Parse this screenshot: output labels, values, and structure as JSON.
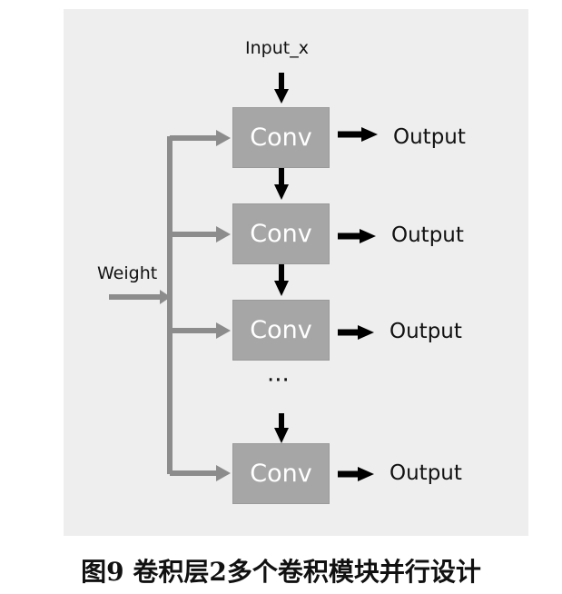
{
  "diagram": {
    "input_label": "Input_x",
    "weight_label": "Weight",
    "blocks": [
      {
        "label": "Conv",
        "output": "Output"
      },
      {
        "label": "Conv",
        "output": "Output"
      },
      {
        "label": "Conv",
        "output": "Output"
      },
      {
        "label": "Conv",
        "output": "Output"
      }
    ],
    "ellipsis": "···",
    "colors": {
      "panel": "#eeeeee",
      "conv_box": "#a6a6a6",
      "weight_arrow": "#8c8c8c",
      "data_arrow": "#000000"
    }
  },
  "caption": "图9   卷积层2多个卷积模块并行设计"
}
